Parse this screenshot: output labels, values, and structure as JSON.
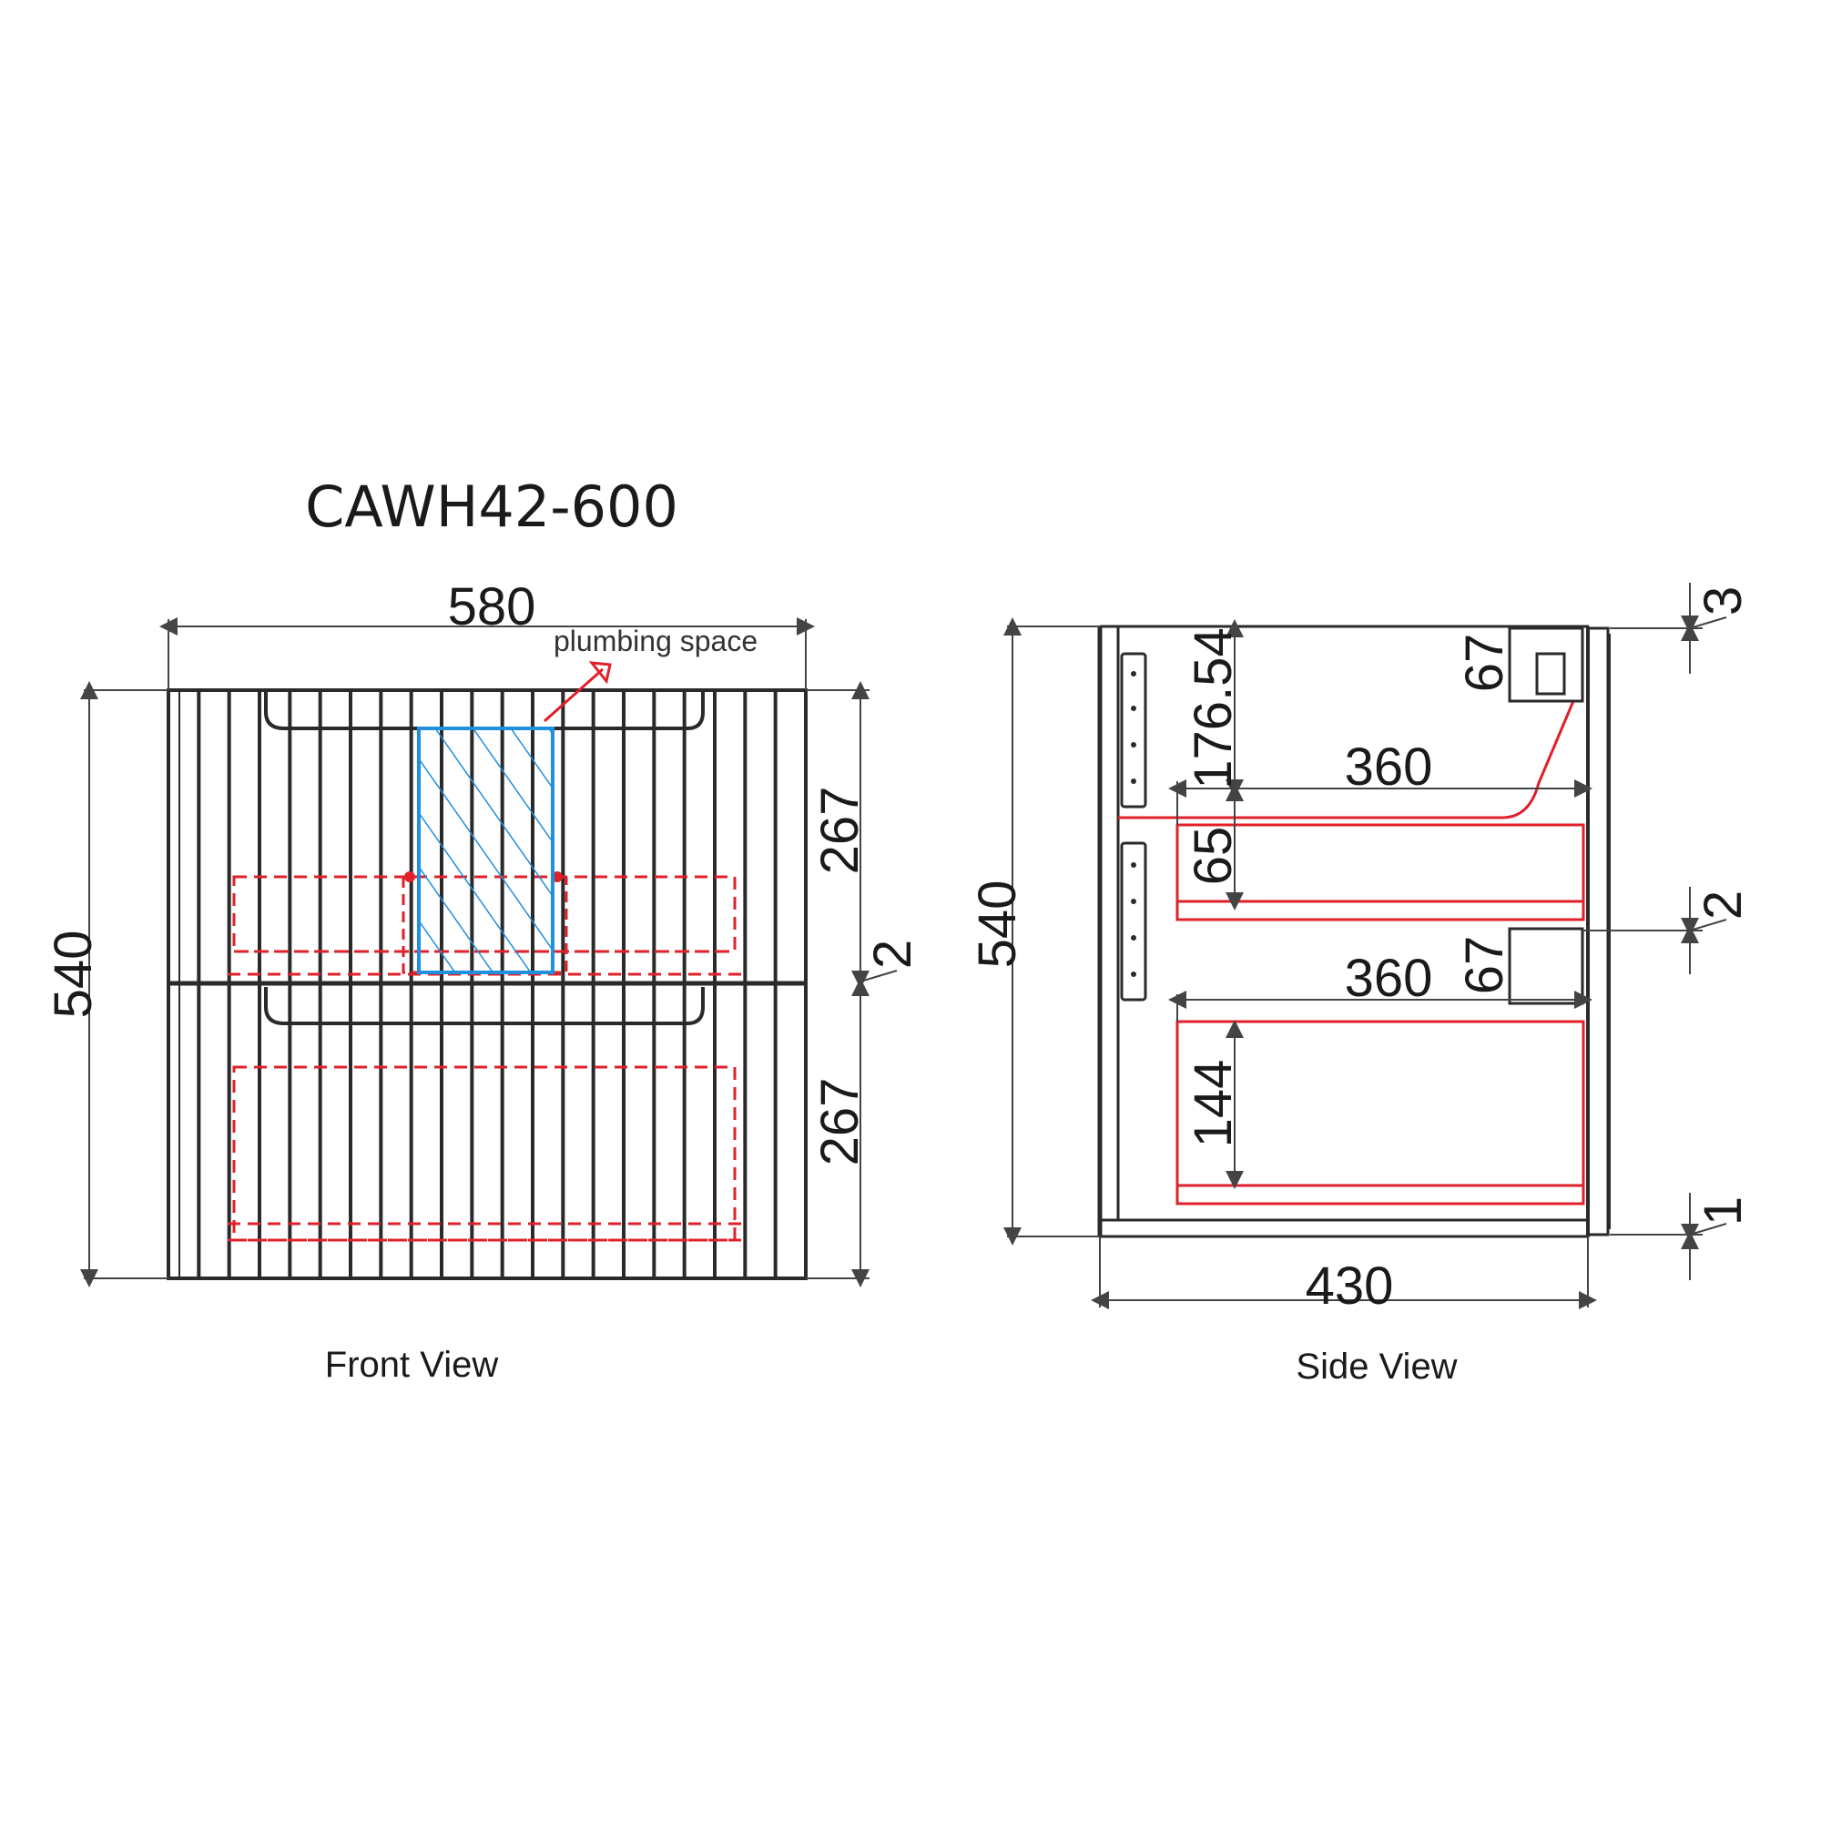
{
  "title": "CAWH42-600",
  "front_view": {
    "caption": "Front View",
    "width_label": "580",
    "height_label": "540",
    "upper_drawer_label": "267",
    "lower_drawer_label": "267",
    "gap_label": "2",
    "plumbing_label": "plumbing space"
  },
  "side_view": {
    "caption": "Side View",
    "height_label": "540",
    "depth_label": "430",
    "top_gap_label": "3",
    "mid_gap_label": "2",
    "bottom_gap_label": "1",
    "upper_drawer_depth_label": "360",
    "lower_drawer_depth_label": "360",
    "upper_handle_label": "67",
    "lower_handle_label": "67",
    "upper_offset_label": "176.54",
    "upper_drawer_side_label": "65",
    "lower_drawer_side_label": "144"
  },
  "colors": {
    "line": "#2a2a2a",
    "drawer_outline": "#e0202a",
    "plumbing_hatch": "#1f8fe0"
  }
}
